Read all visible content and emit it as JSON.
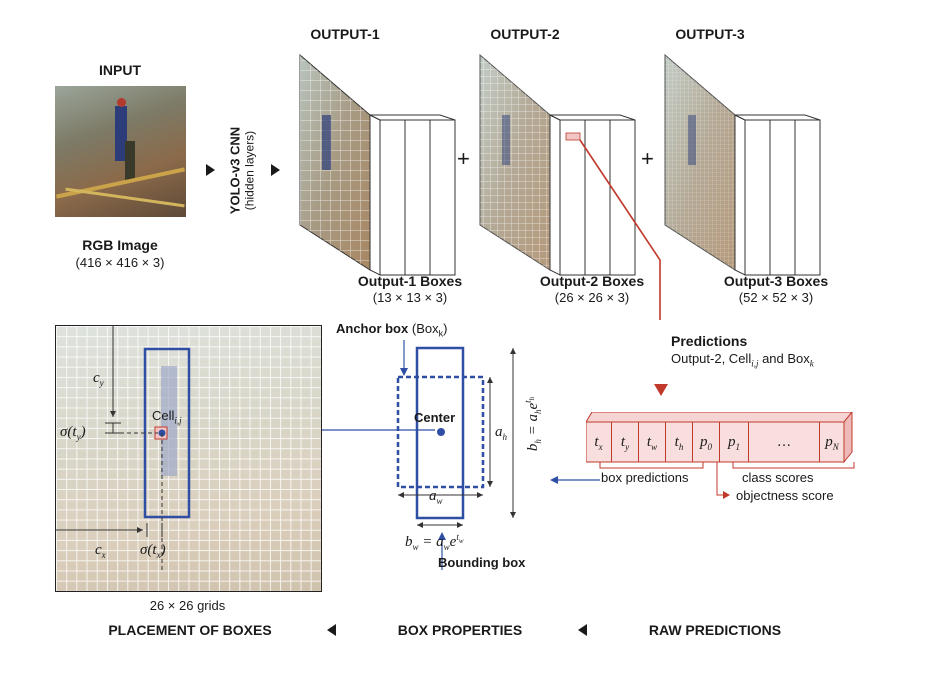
{
  "input": {
    "heading": "INPUT",
    "image_label": "RGB Image",
    "image_dims": "(416 × 416 × 3)"
  },
  "cnn": {
    "title": "YOLO-v3 CNN",
    "subtitle": "(hidden layers)"
  },
  "outputs": [
    {
      "heading": "OUTPUT-1",
      "boxes_label": "Output-1 Boxes",
      "dims": "(13 × 13 × 3)"
    },
    {
      "heading": "OUTPUT-2",
      "boxes_label": "Output-2 Boxes",
      "dims": "(26 × 26 × 3)"
    },
    {
      "heading": "OUTPUT-3",
      "boxes_label": "Output-3 Boxes",
      "dims": "(52 × 52 × 3)"
    }
  ],
  "plus_sign": "+",
  "predictions": {
    "title": "Predictions",
    "subtitle_prefix": "Output-2, Cell",
    "subtitle_cell_sub": "i,j",
    "subtitle_mid": " and Box",
    "subtitle_box_sub": "k",
    "cells": [
      "t",
      "t",
      "t",
      "t",
      "p",
      "p",
      "…",
      "p"
    ],
    "cell_subs": [
      "x",
      "y",
      "w",
      "h",
      "0",
      "1",
      "",
      "N"
    ],
    "box_predictions": "box predictions",
    "class_scores": "class scores",
    "objectness_score": "objectness score"
  },
  "box_properties": {
    "anchor_label": "Anchor box",
    "anchor_sub_prefix": "(Box",
    "anchor_sub_k": "k",
    "anchor_sub_suffix": ")",
    "center_label": "Center",
    "bounding_box_label": "Bounding box",
    "a_h": "a",
    "a_h_sub": "h",
    "a_w": "a",
    "a_w_sub": "w",
    "b_w_formula": "b_w = a_w e^{t_w}",
    "b_h_formula": "b_h = a_h e^{t_h}"
  },
  "placement": {
    "cell_label": "Cell",
    "cell_sub": "i,j",
    "c_y": "c",
    "c_y_sub": "y",
    "c_x": "c",
    "c_x_sub": "x",
    "sigma_ty": "σ(t",
    "sigma_ty_sub": "y",
    "sigma_tx": "σ(t",
    "sigma_tx_sub": "x",
    "grid_label": "26 × 26 grids"
  },
  "bottom_row": {
    "placement": "PLACEMENT OF BOXES",
    "box_props": "BOX PROPERTIES",
    "raw": "RAW PREDICTIONS"
  },
  "colors": {
    "blue": "#2e4fa3",
    "red": "#c0392b",
    "red_light": "#f3c6c6"
  }
}
